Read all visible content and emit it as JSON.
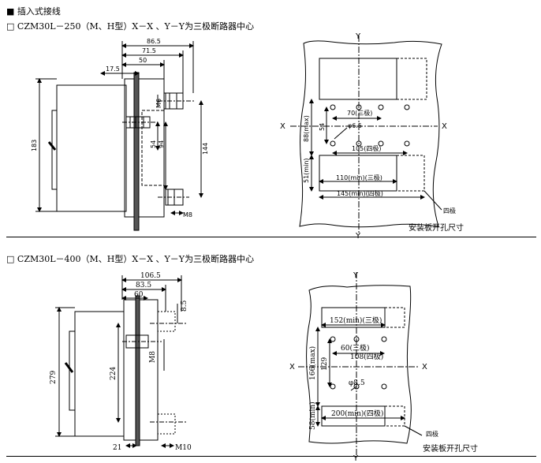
{
  "header": {
    "section_title": "插入式接线",
    "section_marker": "■",
    "box_marker": "□"
  },
  "section1": {
    "title": "CZM30L－250（M、H型）X－X 、Y－Y为三极断路器中心",
    "side": {
      "dims": [
        "86.5",
        "71.5",
        "50",
        "17.5",
        "183",
        "M6",
        "54",
        "94",
        "144",
        "M8"
      ]
    },
    "plate": {
      "axis_x": "X",
      "axis_y": "Y",
      "dims": [
        "88(max)",
        "54",
        "51(min)",
        "70(三极)",
        "φ6.5",
        "105(四极)",
        "110(min)(三极)",
        "145(min)(四极)"
      ],
      "note_four_pole": "四极",
      "caption": "安装板开孔尺寸"
    }
  },
  "section2": {
    "title": "CZM30L－400（M、H型）X－X 、Y－Y为三极断路器中心",
    "side": {
      "dims": [
        "106.5",
        "83.5",
        "60",
        "8.5",
        "279",
        "M8",
        "224",
        "21",
        "M10"
      ]
    },
    "plate": {
      "axis_x": "X",
      "axis_y": "Y",
      "dims": [
        "152(min)(三极)",
        "60(三极)",
        "108(四极)",
        "166(max)",
        "129",
        "φ8.5",
        "58(min)",
        "200(min)(四极)"
      ],
      "note_four_pole": "四极",
      "caption": "安装板开孔尺寸"
    }
  }
}
